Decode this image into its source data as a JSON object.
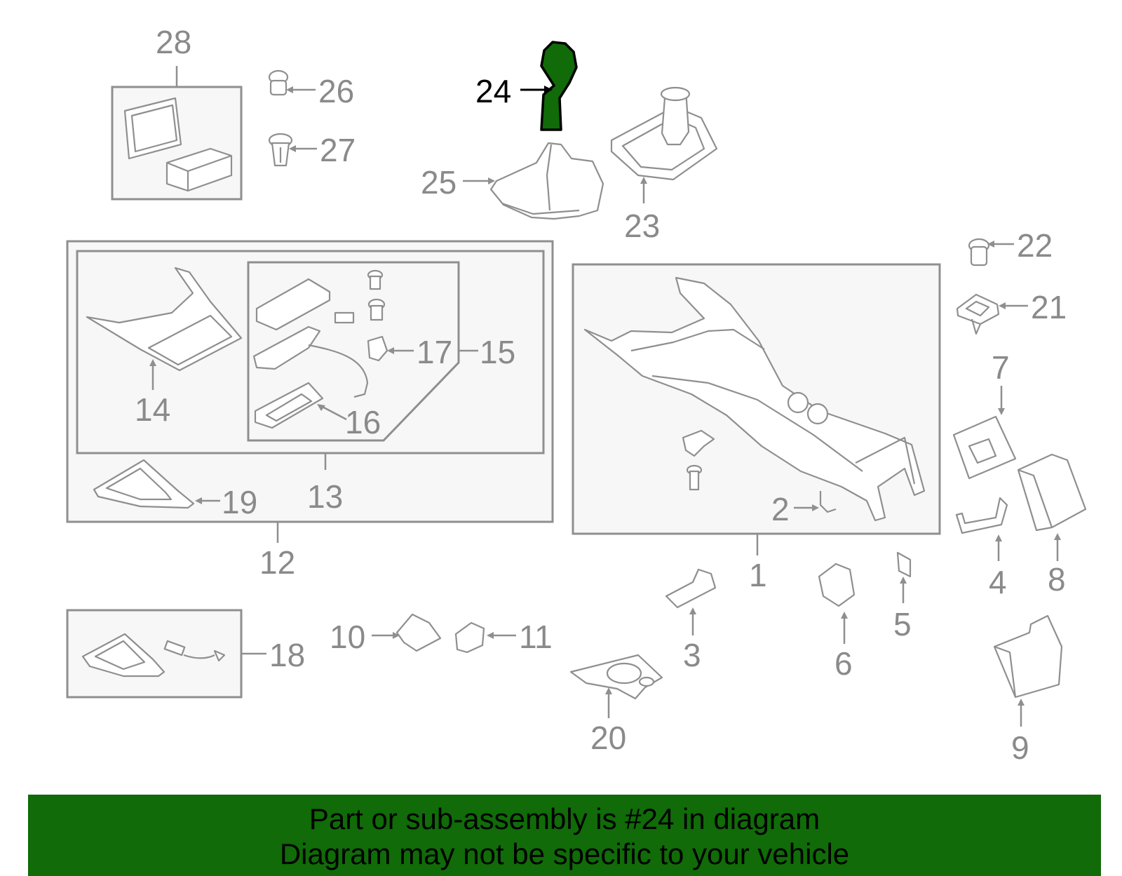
{
  "diagram": {
    "highlighted_part": "24",
    "highlight_color": "#106b08",
    "labels": {
      "p1": "1",
      "p2": "2",
      "p3": "3",
      "p4": "4",
      "p5": "5",
      "p6": "6",
      "p7": "7",
      "p8": "8",
      "p9": "9",
      "p10": "10",
      "p11": "11",
      "p12": "12",
      "p13": "13",
      "p14": "14",
      "p15": "15",
      "p16": "16",
      "p17": "17",
      "p18": "18",
      "p19": "19",
      "p20": "20",
      "p21": "21",
      "p22": "22",
      "p23": "23",
      "p24": "24",
      "p25": "25",
      "p26": "26",
      "p27": "27",
      "p28": "28"
    }
  },
  "footer": {
    "line1": "Part or sub-assembly is #24 in diagram",
    "line2": "Diagram may not be specific to your vehicle",
    "background": "#106b08"
  }
}
